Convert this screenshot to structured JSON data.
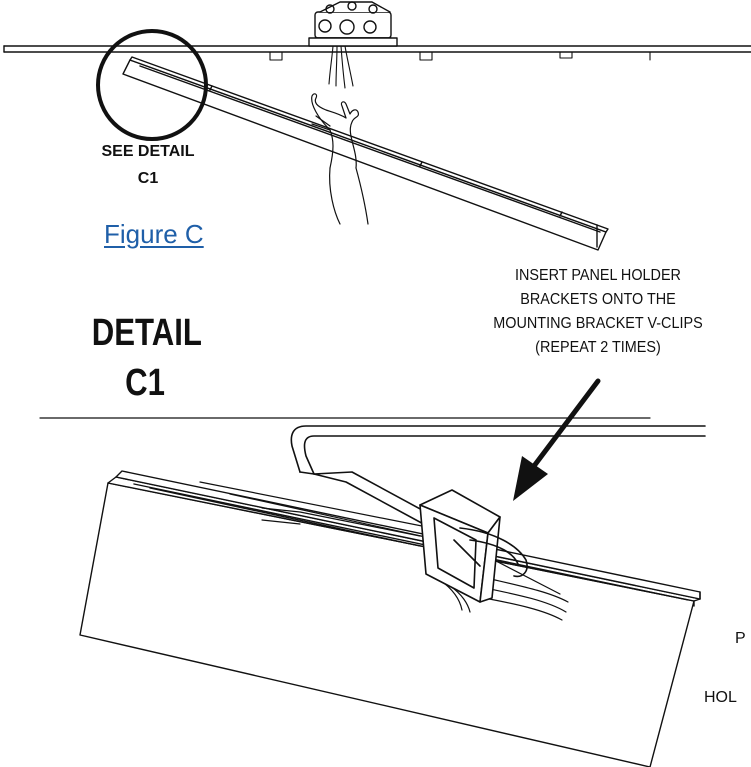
{
  "see_detail": {
    "line1": "SEE DETAIL",
    "line2": "C1"
  },
  "figure_label": "Figure C",
  "detail": {
    "line1": "DETAIL",
    "line2": "C1"
  },
  "instruction": {
    "line1": "INSERT PANEL HOLDER",
    "line2": "BRACKETS ONTO THE",
    "line3": "MOUNTING BRACKET V-CLIPS",
    "line4": "(REPEAT 2 TIMES)"
  },
  "clipped_text": {
    "line1": "P",
    "line2": "HOL"
  },
  "colors": {
    "line": "#111111",
    "link": "#1f5fa8",
    "background": "#ffffff"
  }
}
